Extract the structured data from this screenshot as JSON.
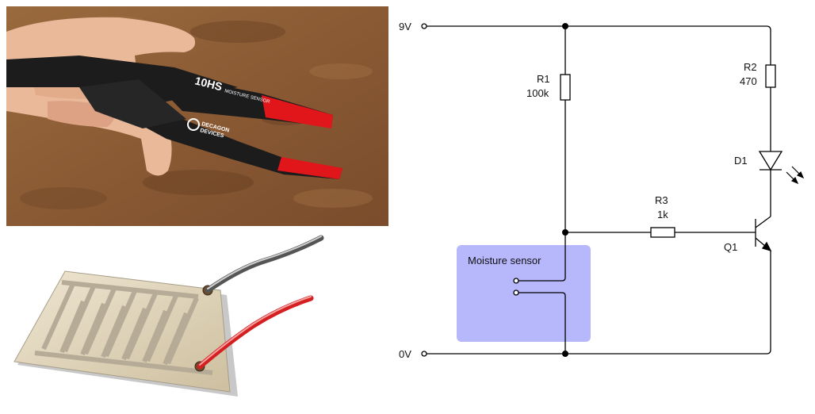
{
  "photo": {
    "probe_brand": "10HS",
    "probe_subtitle": "MOISTURE SENSOR",
    "maker_line1": "DECAGON",
    "maker_line2": "DEVICES",
    "soil_color": "#8a5a34",
    "probe_color": "#1c1c1c",
    "probe_tip_color": "#e0161b"
  },
  "sensor_sketch": {
    "board_color": "#d9ccb0",
    "trace_color": "#b6ab97",
    "wire_top_color": "#555555",
    "wire_bottom_color": "#d42020"
  },
  "circuit": {
    "supply_label": "9V",
    "ground_label": "0V",
    "r1_name": "R1",
    "r1_value": "100k",
    "r2_name": "R2",
    "r2_value": "470",
    "r3_name": "R3",
    "r3_value": "1k",
    "d1_name": "D1",
    "q1_name": "Q1",
    "sensor_box_label": "Moisture sensor",
    "sensor_box_color": "#b7b7fb",
    "wire_color": "#000000"
  }
}
